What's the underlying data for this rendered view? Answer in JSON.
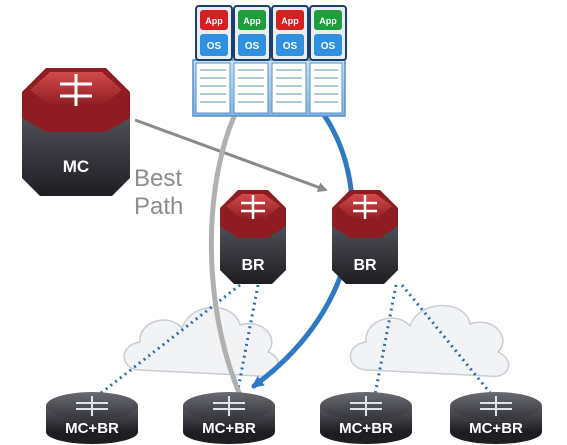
{
  "server_stack": {
    "app_label": "App",
    "os_label": "OS",
    "app_colors": [
      "#d42020",
      "#1e9e3a",
      "#d42020",
      "#1e9e3a"
    ]
  },
  "master_controller": {
    "label": "MC"
  },
  "path_annotation": {
    "line1": "Best",
    "line2": "Path"
  },
  "border_routers": [
    {
      "label": "BR"
    },
    {
      "label": "BR"
    }
  ],
  "branch_routers": [
    {
      "label": "MC+BR"
    },
    {
      "label": "MC+BR"
    },
    {
      "label": "MC+BR"
    },
    {
      "label": "MC+BR"
    }
  ],
  "colors": {
    "router_red": "#a8252b",
    "router_dark": "#2e2e33",
    "best_path_gray": "#8a8a8a",
    "traffic_blue": "#2f78c4",
    "dotted_link_blue": "#2a6db5",
    "cloud_fill": "#f2f3f5"
  }
}
